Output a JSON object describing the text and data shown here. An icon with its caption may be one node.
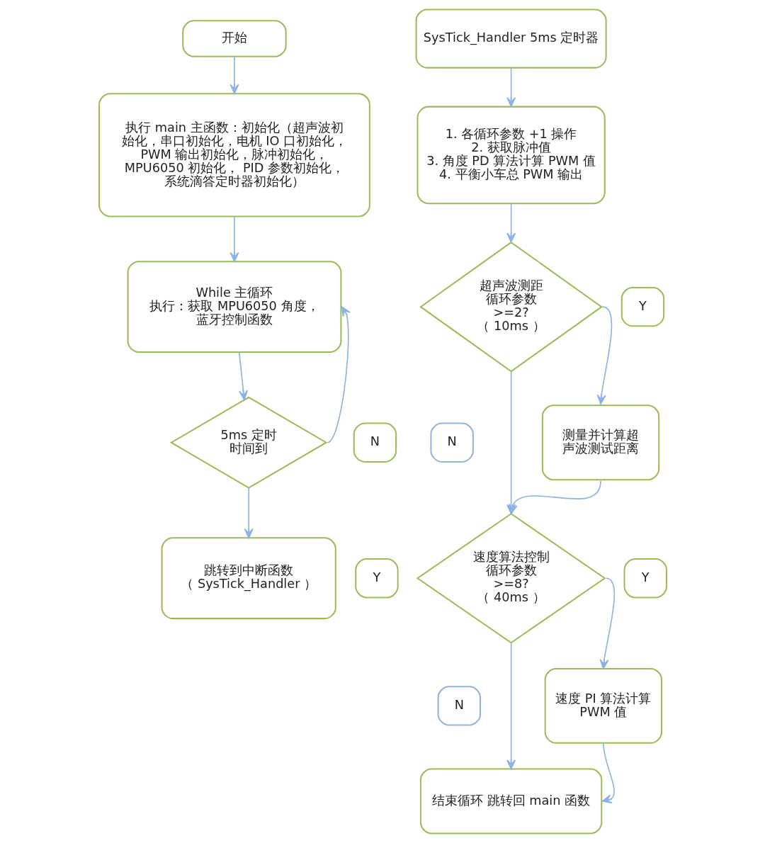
{
  "diagram": {
    "nodes": [
      {
        "text": [
          "开始"
        ]
      },
      {
        "text": [
          "执行 main 主函数：初始化（超声波初始化，串口初始化，电机 IO 口初始化， PWM 输出初始化，脉冲初始化， MPU6050 初始化， PID 参数初始化，系统滴答定时器初始化）"
        ]
      },
      {
        "text": [
          "While 主循环",
          "执行：获取 MPU6050 角度，蓝牙控制函数"
        ]
      },
      {
        "text": [
          "5ms 定时时间到"
        ]
      },
      {
        "text": [
          "N"
        ]
      },
      {
        "text": [
          "Y"
        ]
      },
      {
        "text": [
          "跳转到中断函数（ SysTick_Handler ）"
        ]
      },
      {
        "text": [
          "SysTick_Handler 5ms 定时器"
        ]
      },
      {
        "text": [
          "1. 各循环参数 +1 操作",
          "2. 获取脉冲值",
          "3. 角度 PD 算法计算 PWM 值",
          "4. 平衡小车总 PWM 输出"
        ]
      },
      {
        "text": [
          "超声波测距循环参数 >=2? （ 10ms ）"
        ]
      },
      {
        "text": [
          "Y"
        ]
      },
      {
        "text": [
          "测量并计算超声波测试距离"
        ]
      },
      {
        "text": [
          "N"
        ]
      },
      {
        "text": [
          "速度算法控制循环参数 >=8? （ 40ms ）"
        ]
      },
      {
        "text": [
          "Y"
        ]
      },
      {
        "text": [
          "速度 PI 算法计算 PWM 值"
        ]
      },
      {
        "text": [
          "N"
        ]
      },
      {
        "text": [
          "结束循环 跳转回 main 函数"
        ]
      }
    ],
    "edges": [
      {
        "from": 0,
        "to": 1,
        "arrow": "to"
      },
      {
        "from": 1,
        "to": 2,
        "arrow": "to"
      },
      {
        "from": 2,
        "to": 3,
        "arrow": "to"
      },
      {
        "from": 3,
        "to": 2,
        "arrow": "to"
      },
      {
        "from": 3,
        "to": 6,
        "arrow": "to"
      },
      {
        "from": 7,
        "to": 8,
        "arrow": "to"
      },
      {
        "from": 8,
        "to": 9,
        "arrow": "to"
      },
      {
        "from": 9,
        "to": 11,
        "arrow": "to"
      },
      {
        "from": 9,
        "to": 13,
        "arrow": "to"
      },
      {
        "from": 11,
        "to": 13,
        "arrow": "to"
      },
      {
        "from": 13,
        "to": 15,
        "arrow": "to"
      },
      {
        "from": 13,
        "to": 17,
        "arrow": "to"
      },
      {
        "from": 15,
        "to": 17,
        "arrow": "to"
      }
    ]
  }
}
